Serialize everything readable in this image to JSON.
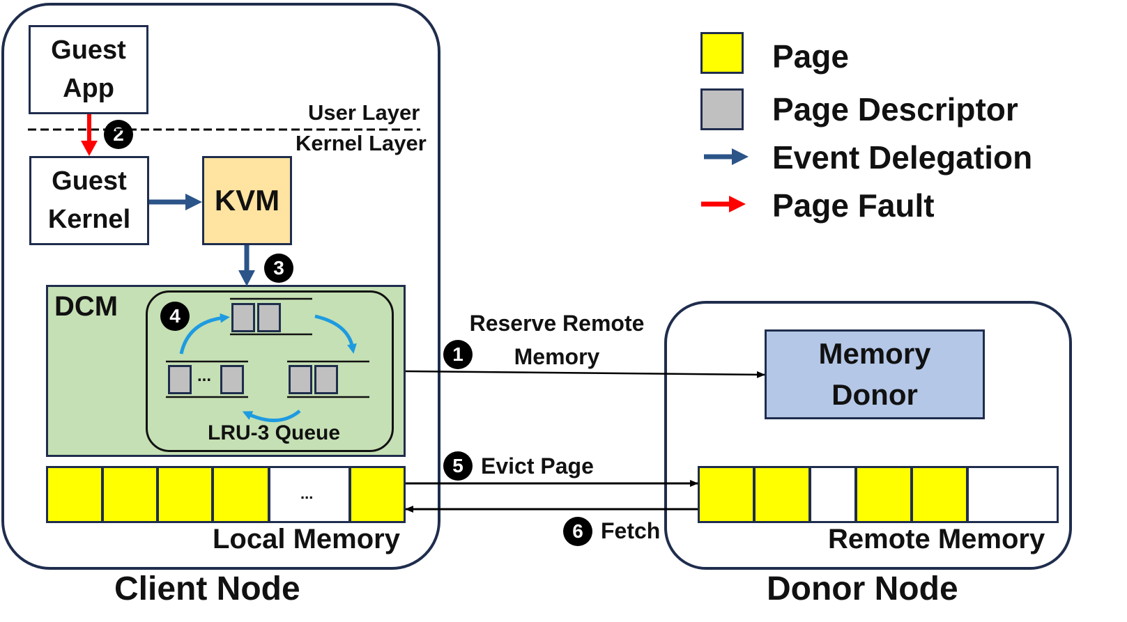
{
  "legend": {
    "page": "Page",
    "page_descriptor": "Page Descriptor",
    "event_delegation": "Event Delegation",
    "page_fault": "Page Fault"
  },
  "client": {
    "guest_app": "Guest App",
    "user_layer": "User Layer",
    "kernel_layer": "Kernel Layer",
    "guest_kernel": "Guest Kernel",
    "kvm": "KVM",
    "dcm": "DCM",
    "lru_queue": "LRU-3 Queue",
    "ellipsis": "...",
    "local_memory": "Local Memory",
    "title": "Client Node"
  },
  "donor": {
    "memory_donor": "Memory Donor",
    "remote_memory": "Remote Memory",
    "title": "Donor Node"
  },
  "steps": {
    "s1": "1",
    "s2": "2",
    "s3": "3",
    "s4": "4",
    "s5": "5",
    "s6": "6",
    "reserve": "Reserve Remote Memory",
    "evict": "Evict Page",
    "fetch": "Fetch"
  },
  "colors": {
    "page": "#ffff00",
    "descriptor": "#c0c0c0",
    "event_arrow": "#2b5488",
    "fault_arrow": "#ff0000",
    "kvm_fill": "#ffe3a0",
    "dcm_fill": "#c5e0b4",
    "donor_fill": "#b4c7e7",
    "cycle_arrow": "#1e9be0"
  }
}
